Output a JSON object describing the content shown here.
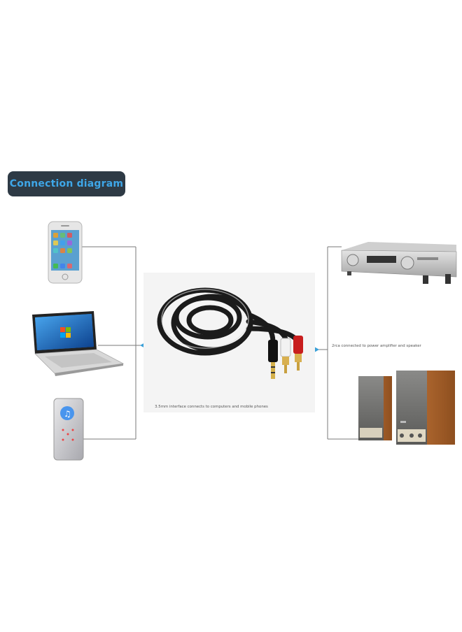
{
  "title": "Connection diagram",
  "captions": {
    "left_interface": "3.5mm interface connects to computers and mobile phones",
    "right_interface": "2rca connected to power amplifier and speaker"
  },
  "colors": {
    "badge_bg": "#2e3a45",
    "badge_text": "#3ea6e8",
    "connector_line": "#7a7a7a",
    "arrow": "#3aa0d8"
  },
  "devices": {
    "left": [
      "mobile-phone",
      "laptop",
      "mp3-player"
    ],
    "center": "3.5mm-to-2rca-cable",
    "right": [
      "amplifier",
      "speakers"
    ]
  }
}
